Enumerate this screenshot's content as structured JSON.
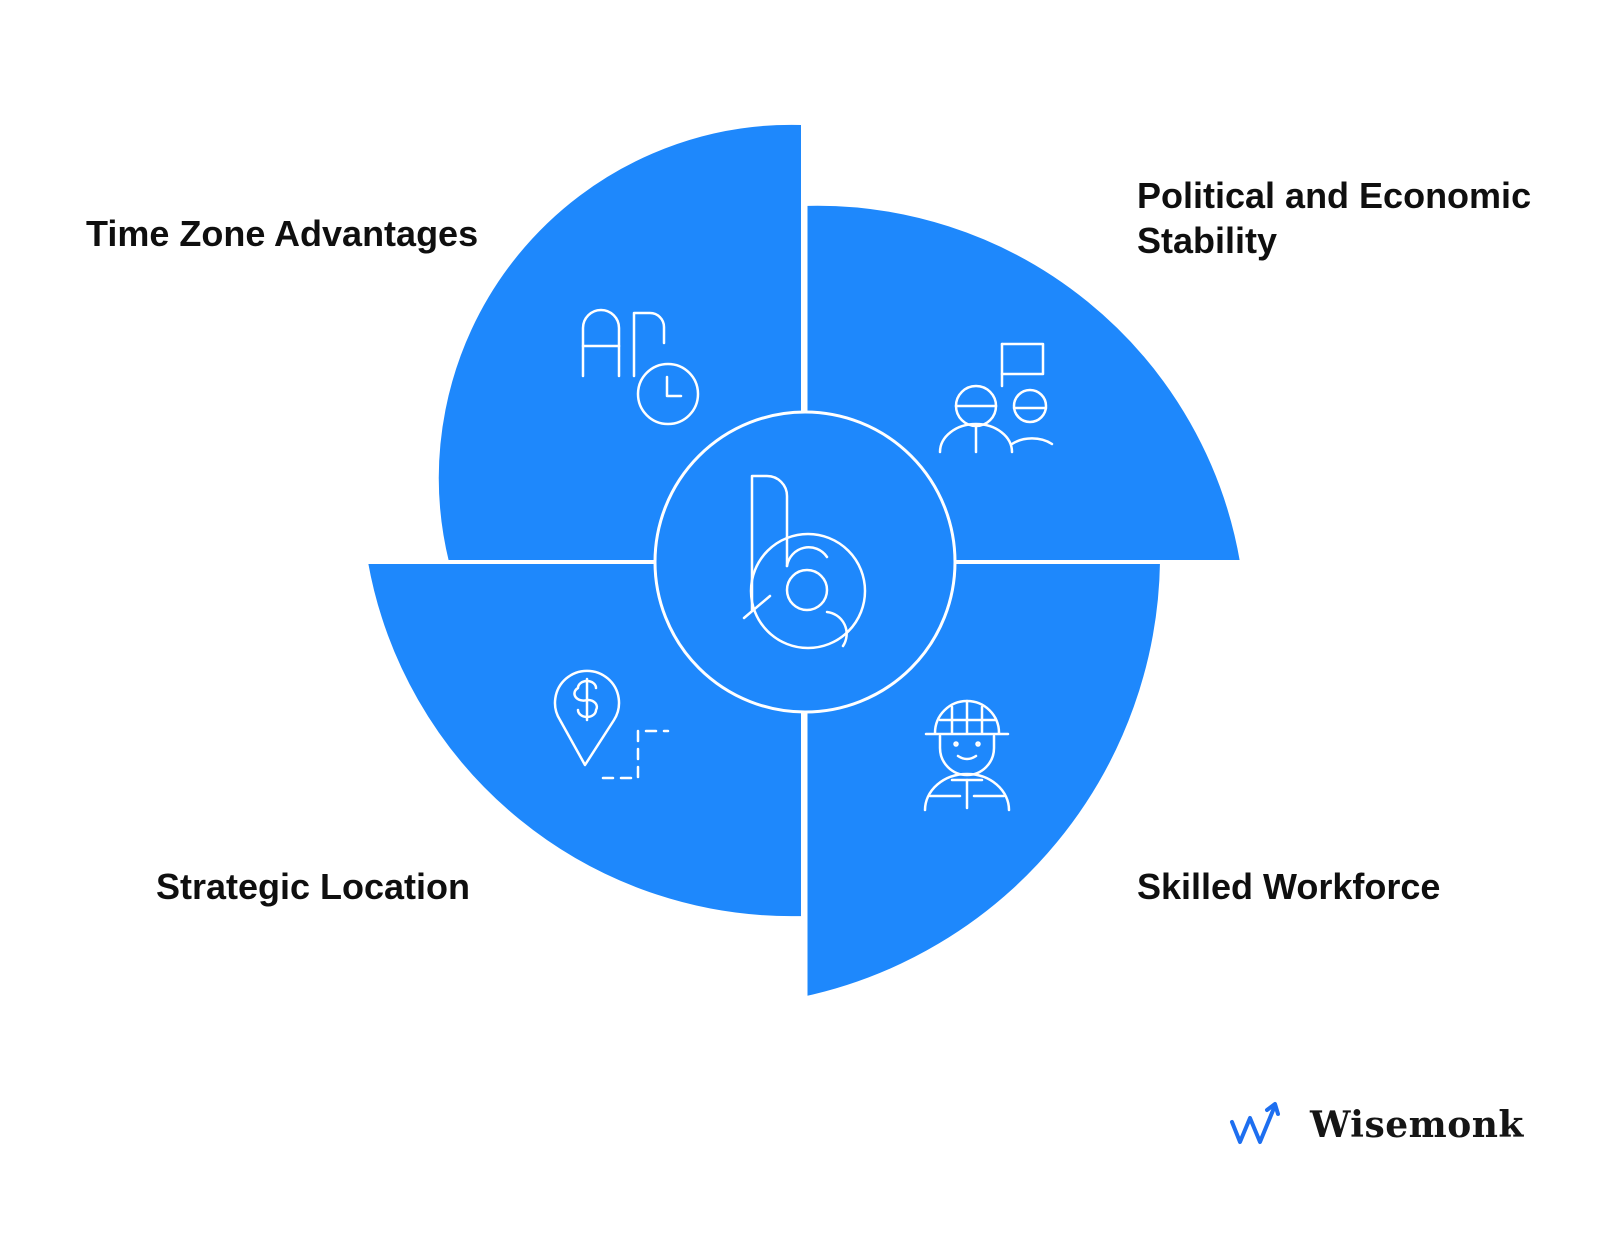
{
  "colors": {
    "segment_fill": "#1e88fc",
    "stroke": "#ffffff",
    "text": "#0f0f0f",
    "brand_blue": "#1e6ff0"
  },
  "segments": [
    {
      "id": "top-left",
      "label": [
        "Time Zone Advantages"
      ],
      "icon": "am-clock-icon"
    },
    {
      "id": "top-right",
      "label": [
        "Political and Economic",
        "Stability"
      ],
      "icon": "people-flag-icon"
    },
    {
      "id": "bottom-left",
      "label": [
        "Strategic Location"
      ],
      "icon": "dollar-location-pin-icon"
    },
    {
      "id": "bottom-right",
      "label": [
        "Skilled Workforce"
      ],
      "icon": "worker-helmet-icon"
    }
  ],
  "center": {
    "icon": "brand-b-logo-icon"
  },
  "brand": {
    "name": "Wisemonk",
    "icon": "wisemonk-logo-icon"
  }
}
